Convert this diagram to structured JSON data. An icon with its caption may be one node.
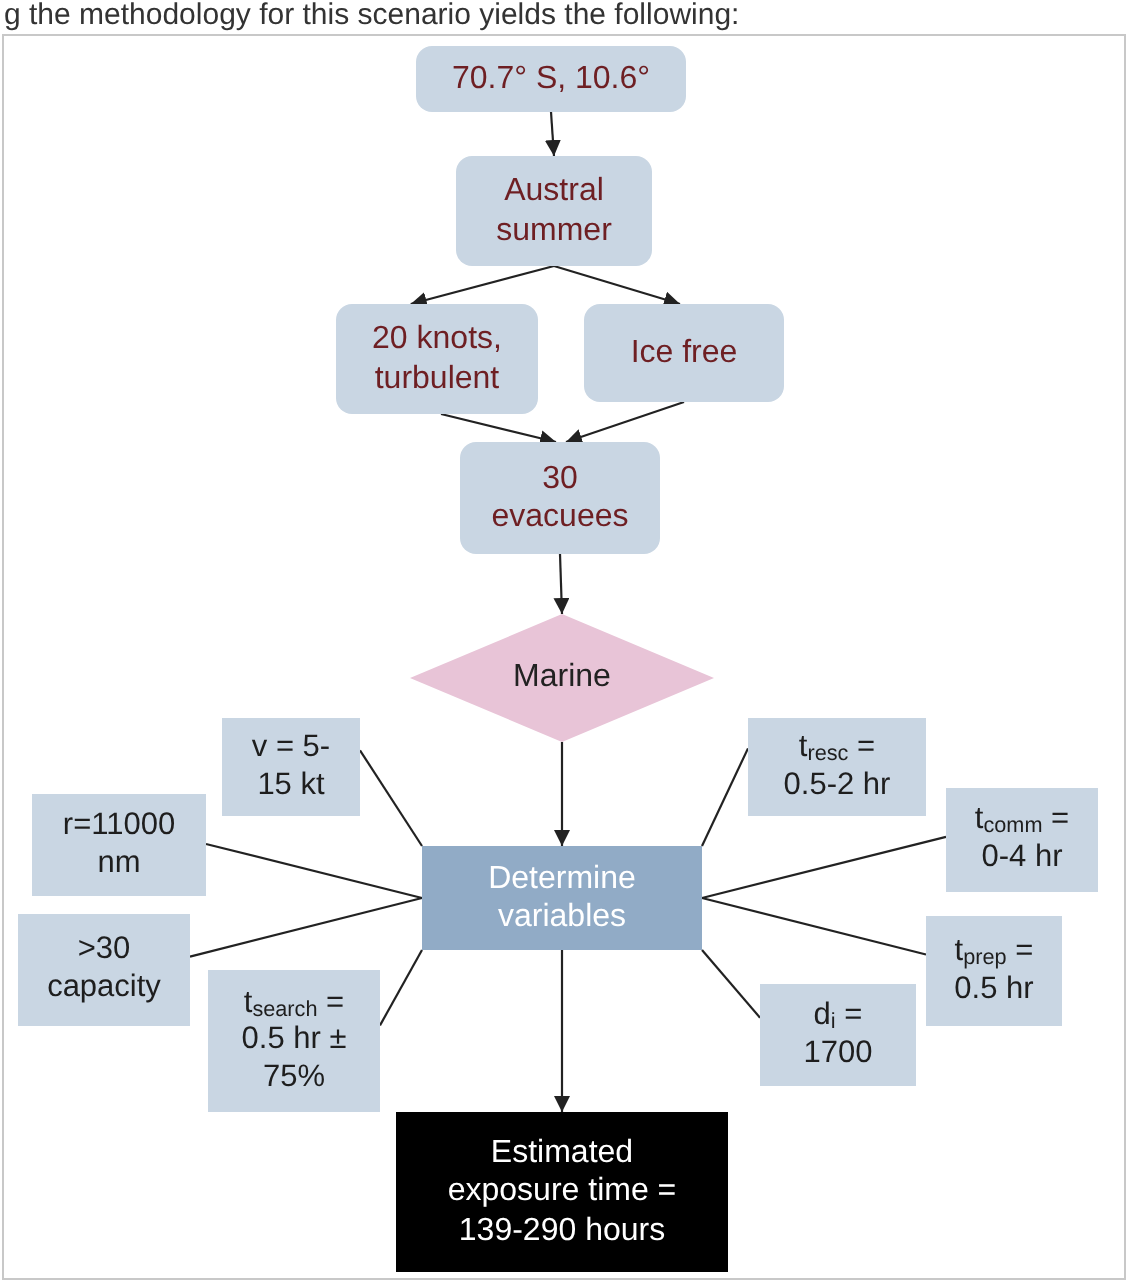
{
  "diagram": {
    "nodes": [
      {
        "text": [
          "70.7° S, 10.6°"
        ]
      },
      {
        "text": [
          "Austral summer"
        ]
      },
      {
        "text": [
          "20 knots, turbulent"
        ]
      },
      {
        "text": [
          "Ice free"
        ]
      },
      {
        "text": [
          "30 evacuees"
        ]
      },
      {
        "text": [
          "Marine"
        ]
      },
      {
        "text": [
          "v = 5- 15 kt"
        ]
      },
      {
        "text": [
          "t$_{resc}$ = 0.5-2 hr"
        ]
      },
      {
        "text": [
          "r=11000 nm"
        ]
      },
      {
        "text": [
          "t$_{comm}$ = 0-4 hr"
        ]
      },
      {
        "text": [
          "Determine variables"
        ]
      },
      {
        "text": [
          ">30 capacity"
        ]
      },
      {
        "text": [
          "t$_{prep}$ = 0.5 hr"
        ]
      },
      {
        "text": [
          "t$_{search}$ = 0.5 hr ± 75%"
        ]
      },
      {
        "text": [
          "d$_{i}$ = 1700"
        ]
      },
      {
        "text": [
          "Estimated exposure time = 139-290 hours"
        ]
      }
    ],
    "edges": [
      {
        "from": 0,
        "to": 1,
        "arrow": "to"
      },
      {
        "from": 1,
        "to": 2,
        "arrow": "to"
      },
      {
        "from": 1,
        "to": 3,
        "arrow": "to"
      },
      {
        "from": 2,
        "to": 4,
        "arrow": "to"
      },
      {
        "from": 3,
        "to": 4,
        "arrow": "to"
      },
      {
        "from": 4,
        "to": 5,
        "arrow": "to"
      },
      {
        "from": 5,
        "to": 10,
        "arrow": "to"
      },
      {
        "from": 10,
        "to": 15,
        "arrow": "to"
      },
      {
        "from": 6,
        "to": 10,
        "arrow": "none"
      },
      {
        "from": 8,
        "to": 10,
        "arrow": "none"
      },
      {
        "from": 11,
        "to": 10,
        "arrow": "none"
      },
      {
        "from": 13,
        "to": 10,
        "arrow": "none"
      },
      {
        "from": 7,
        "to": 10,
        "arrow": "none"
      },
      {
        "from": 9,
        "to": 10,
        "arrow": "none"
      },
      {
        "from": 12,
        "to": 10,
        "arrow": "none"
      },
      {
        "from": 14,
        "to": 10,
        "arrow": "none"
      }
    ],
    "labels": [
      "g the methodology for this scenario yields the following:"
    ]
  }
}
